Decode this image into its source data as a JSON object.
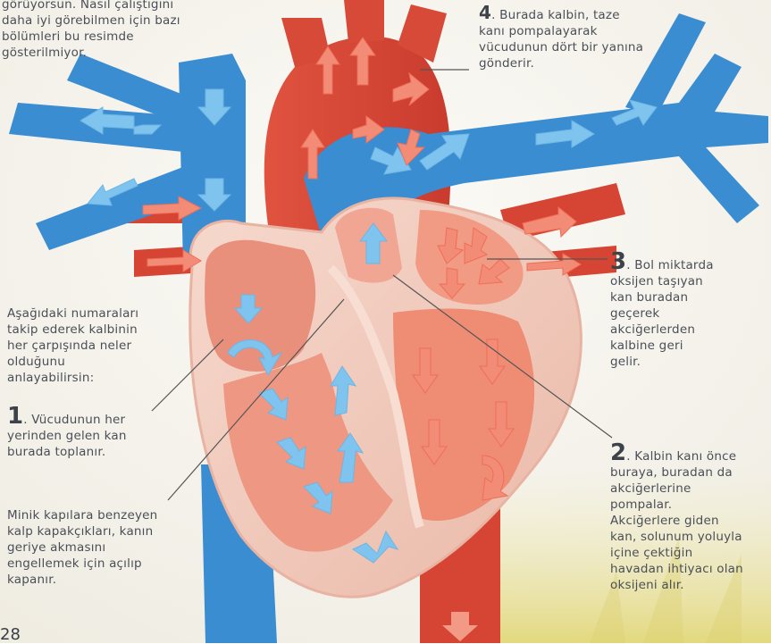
{
  "colors": {
    "background": "#f6f4ee",
    "vein_blue": "#3d8fd4",
    "vein_arrow": "#7fc3ee",
    "artery_red": "#dd4b3a",
    "artery_arrow": "#f4836f",
    "heart_wall": "#f1c9bc",
    "chamber_right": "#e9907d",
    "chamber_left": "#f08a73",
    "grass_yellow": "#e6dd8a",
    "text": "#4a4f57"
  },
  "intro": {
    "line1": "görüyorsun. Nasıl çalıştığını",
    "line2": "daha iyi görebilmen için bazı",
    "line3": "bölümleri bu resimde",
    "line4": "gösterilmiyor."
  },
  "steps_intro": {
    "line1": "Aşağıdaki numaraları",
    "line2": "takip ederek kalbinin",
    "line3": "her çarpışında neler",
    "line4": "olduğunu",
    "line5": "anlayabilirsin:"
  },
  "step1": {
    "number": "1",
    "line1": ". Vücudunun her",
    "line2": "yerinden gelen kan",
    "line3": "burada toplanır."
  },
  "valves": {
    "line1": "Minik kapılara benzeyen",
    "line2": "kalp kapakçıkları, kanın",
    "line3": "geriye akmasını",
    "line4": "engellemek için açılıp",
    "line5": "kapanır."
  },
  "step2": {
    "number": "2",
    "line1": ". Kalbin kanı önce",
    "line2": "buraya, buradan da",
    "line3": "akciğerlerine",
    "line4": "pompalar.",
    "line5": "Akciğerlere giden",
    "line6": "kan, solunum yoluyla",
    "line7": "içine çektiğin",
    "line8": "havadan ihtiyacı olan",
    "line9": "oksijeni alır."
  },
  "step3": {
    "number": "3",
    "line1": ". Bol miktarda",
    "line2": "oksijen taşıyan",
    "line3": "kan buradan",
    "line4": "geçerek",
    "line5": "akciğerlerden",
    "line6": "kalbine geri",
    "line7": "gelir."
  },
  "step4": {
    "number": "4",
    "line1": ". Burada kalbin, taze",
    "line2": "kanı pompalayarak",
    "line3": "vücudunun dört bir yanına",
    "line4": "gönderir."
  },
  "page_number": "28"
}
